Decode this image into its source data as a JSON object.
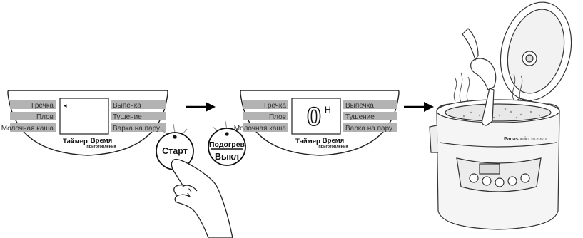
{
  "panel_left": {
    "left_labels": [
      "Гречка",
      "Плов",
      "Молочная каша"
    ],
    "right_labels": [
      "Выпечка",
      "Тушение",
      "Варка на пару"
    ],
    "timer_label": "Таймер",
    "cook_time_label_1": "Время",
    "cook_time_label_2": "приготовления",
    "display_indicator": "◂"
  },
  "panel_right": {
    "left_labels": [
      "Гречка",
      "Плов",
      "Молочная каша"
    ],
    "right_labels": [
      "Выпечка",
      "Тушение",
      "Варка на пару"
    ],
    "timer_label": "Таймер",
    "cook_time_label_1": "Время",
    "cook_time_label_2": "приготовления",
    "display_value": "0",
    "display_unit": "H"
  },
  "start_button": {
    "label": "Старт"
  },
  "warm_off_button": {
    "label_1": "Подогрев",
    "label_2": "Выкл"
  },
  "cooker": {
    "brand": "Panasonic",
    "model": "SR-TMH18"
  }
}
